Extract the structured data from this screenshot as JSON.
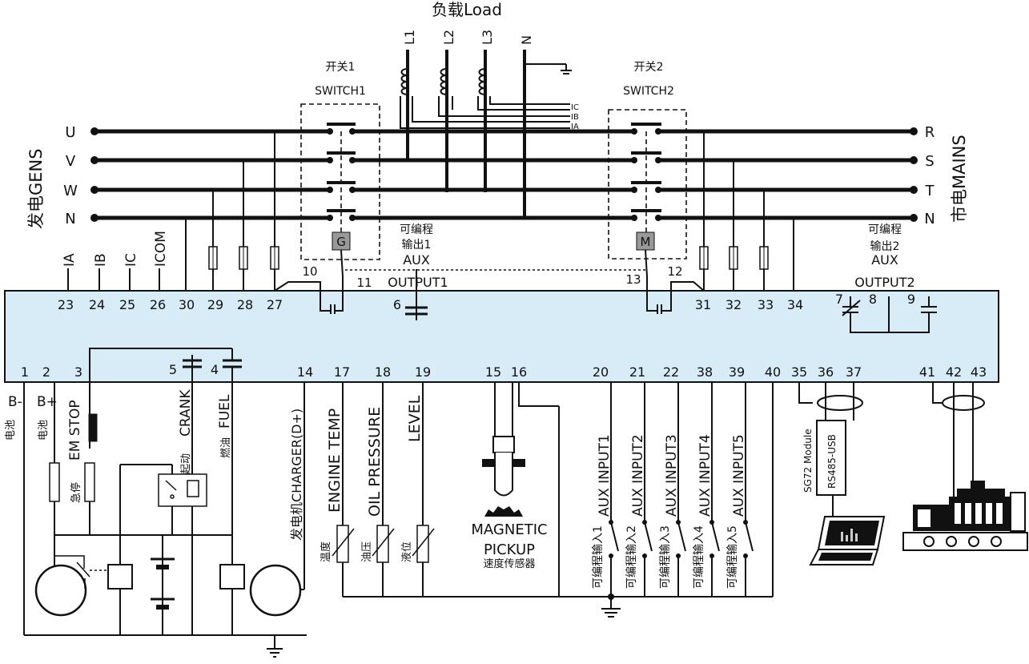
{
  "title": "负载Load",
  "left_label": "发电GENS",
  "right_label": "市电MAINS",
  "load_phases": [
    "L1",
    "L2",
    "L3",
    "N"
  ],
  "gen_phases": [
    "U",
    "V",
    "W",
    "N"
  ],
  "mains_phases": [
    "R",
    "S",
    "T",
    "N"
  ],
  "ct_labels": [
    "IC",
    "IB",
    "IA"
  ],
  "switch1": {
    "cn": "开关1",
    "en": "SWITCH1",
    "tag": "G"
  },
  "switch2": {
    "cn": "开关2",
    "en": "SWITCH2",
    "tag": "M"
  },
  "aux1": {
    "cn1": "可编程",
    "cn2": "输出1",
    "en1": "AUX",
    "en2": "OUTPUT1"
  },
  "aux2": {
    "cn1": "可编程",
    "cn2": "输出2",
    "en1": "AUX",
    "en2": "OUTPUT2"
  },
  "top_terms": [
    "IA",
    "IB",
    "IC",
    "ICOM"
  ],
  "module_top_numbers": [
    "23",
    "24",
    "25",
    "26",
    "30",
    "29",
    "28",
    "27",
    "6",
    "31",
    "32",
    "33",
    "34",
    "7",
    "8",
    "9"
  ],
  "relay_numbers": [
    "10",
    "11",
    "13",
    "12"
  ],
  "module_bottom_numbers": [
    "1",
    "2",
    "3",
    "5",
    "4",
    "14",
    "17",
    "18",
    "19",
    "15",
    "16",
    "20",
    "21",
    "22",
    "38",
    "39",
    "40",
    "35",
    "36",
    "37",
    "41",
    "42",
    "43"
  ],
  "battery": {
    "neg": "B-",
    "pos": "B+",
    "cn": "电池"
  },
  "em_stop": {
    "en": "EM STOP",
    "cn": "急停"
  },
  "crank": {
    "en": "CRANK",
    "cn": "起动"
  },
  "fuel": {
    "en": "FUEL",
    "cn": "燃油"
  },
  "charger": "发电机CHARGER(D+)",
  "sensors": [
    {
      "en": "ENGINE TEMP",
      "cn": "温度"
    },
    {
      "en": "OIL PRESSURE",
      "cn": "油压"
    },
    {
      "en": "LEVEL",
      "cn": "液位"
    }
  ],
  "pickup": {
    "en1": "MAGNETIC",
    "en2": "PICKUP",
    "cn": "速度传感器"
  },
  "aux_inputs": [
    {
      "en": "AUX INPUT1",
      "cn": "可编程输入1"
    },
    {
      "en": "AUX INPUT2",
      "cn": "可编程输入2"
    },
    {
      "en": "AUX INPUT3",
      "cn": "可编程输入3"
    },
    {
      "en": "AUX INPUT4",
      "cn": "可编程输入4"
    },
    {
      "en": "AUX INPUT5",
      "cn": "可编程输入5"
    }
  ],
  "sg72": "SG72 Module",
  "usb": "RS485-USB",
  "colors": {
    "module_fill": "#d8ecf8",
    "line": "#111111",
    "tag_fill": "#999999"
  }
}
